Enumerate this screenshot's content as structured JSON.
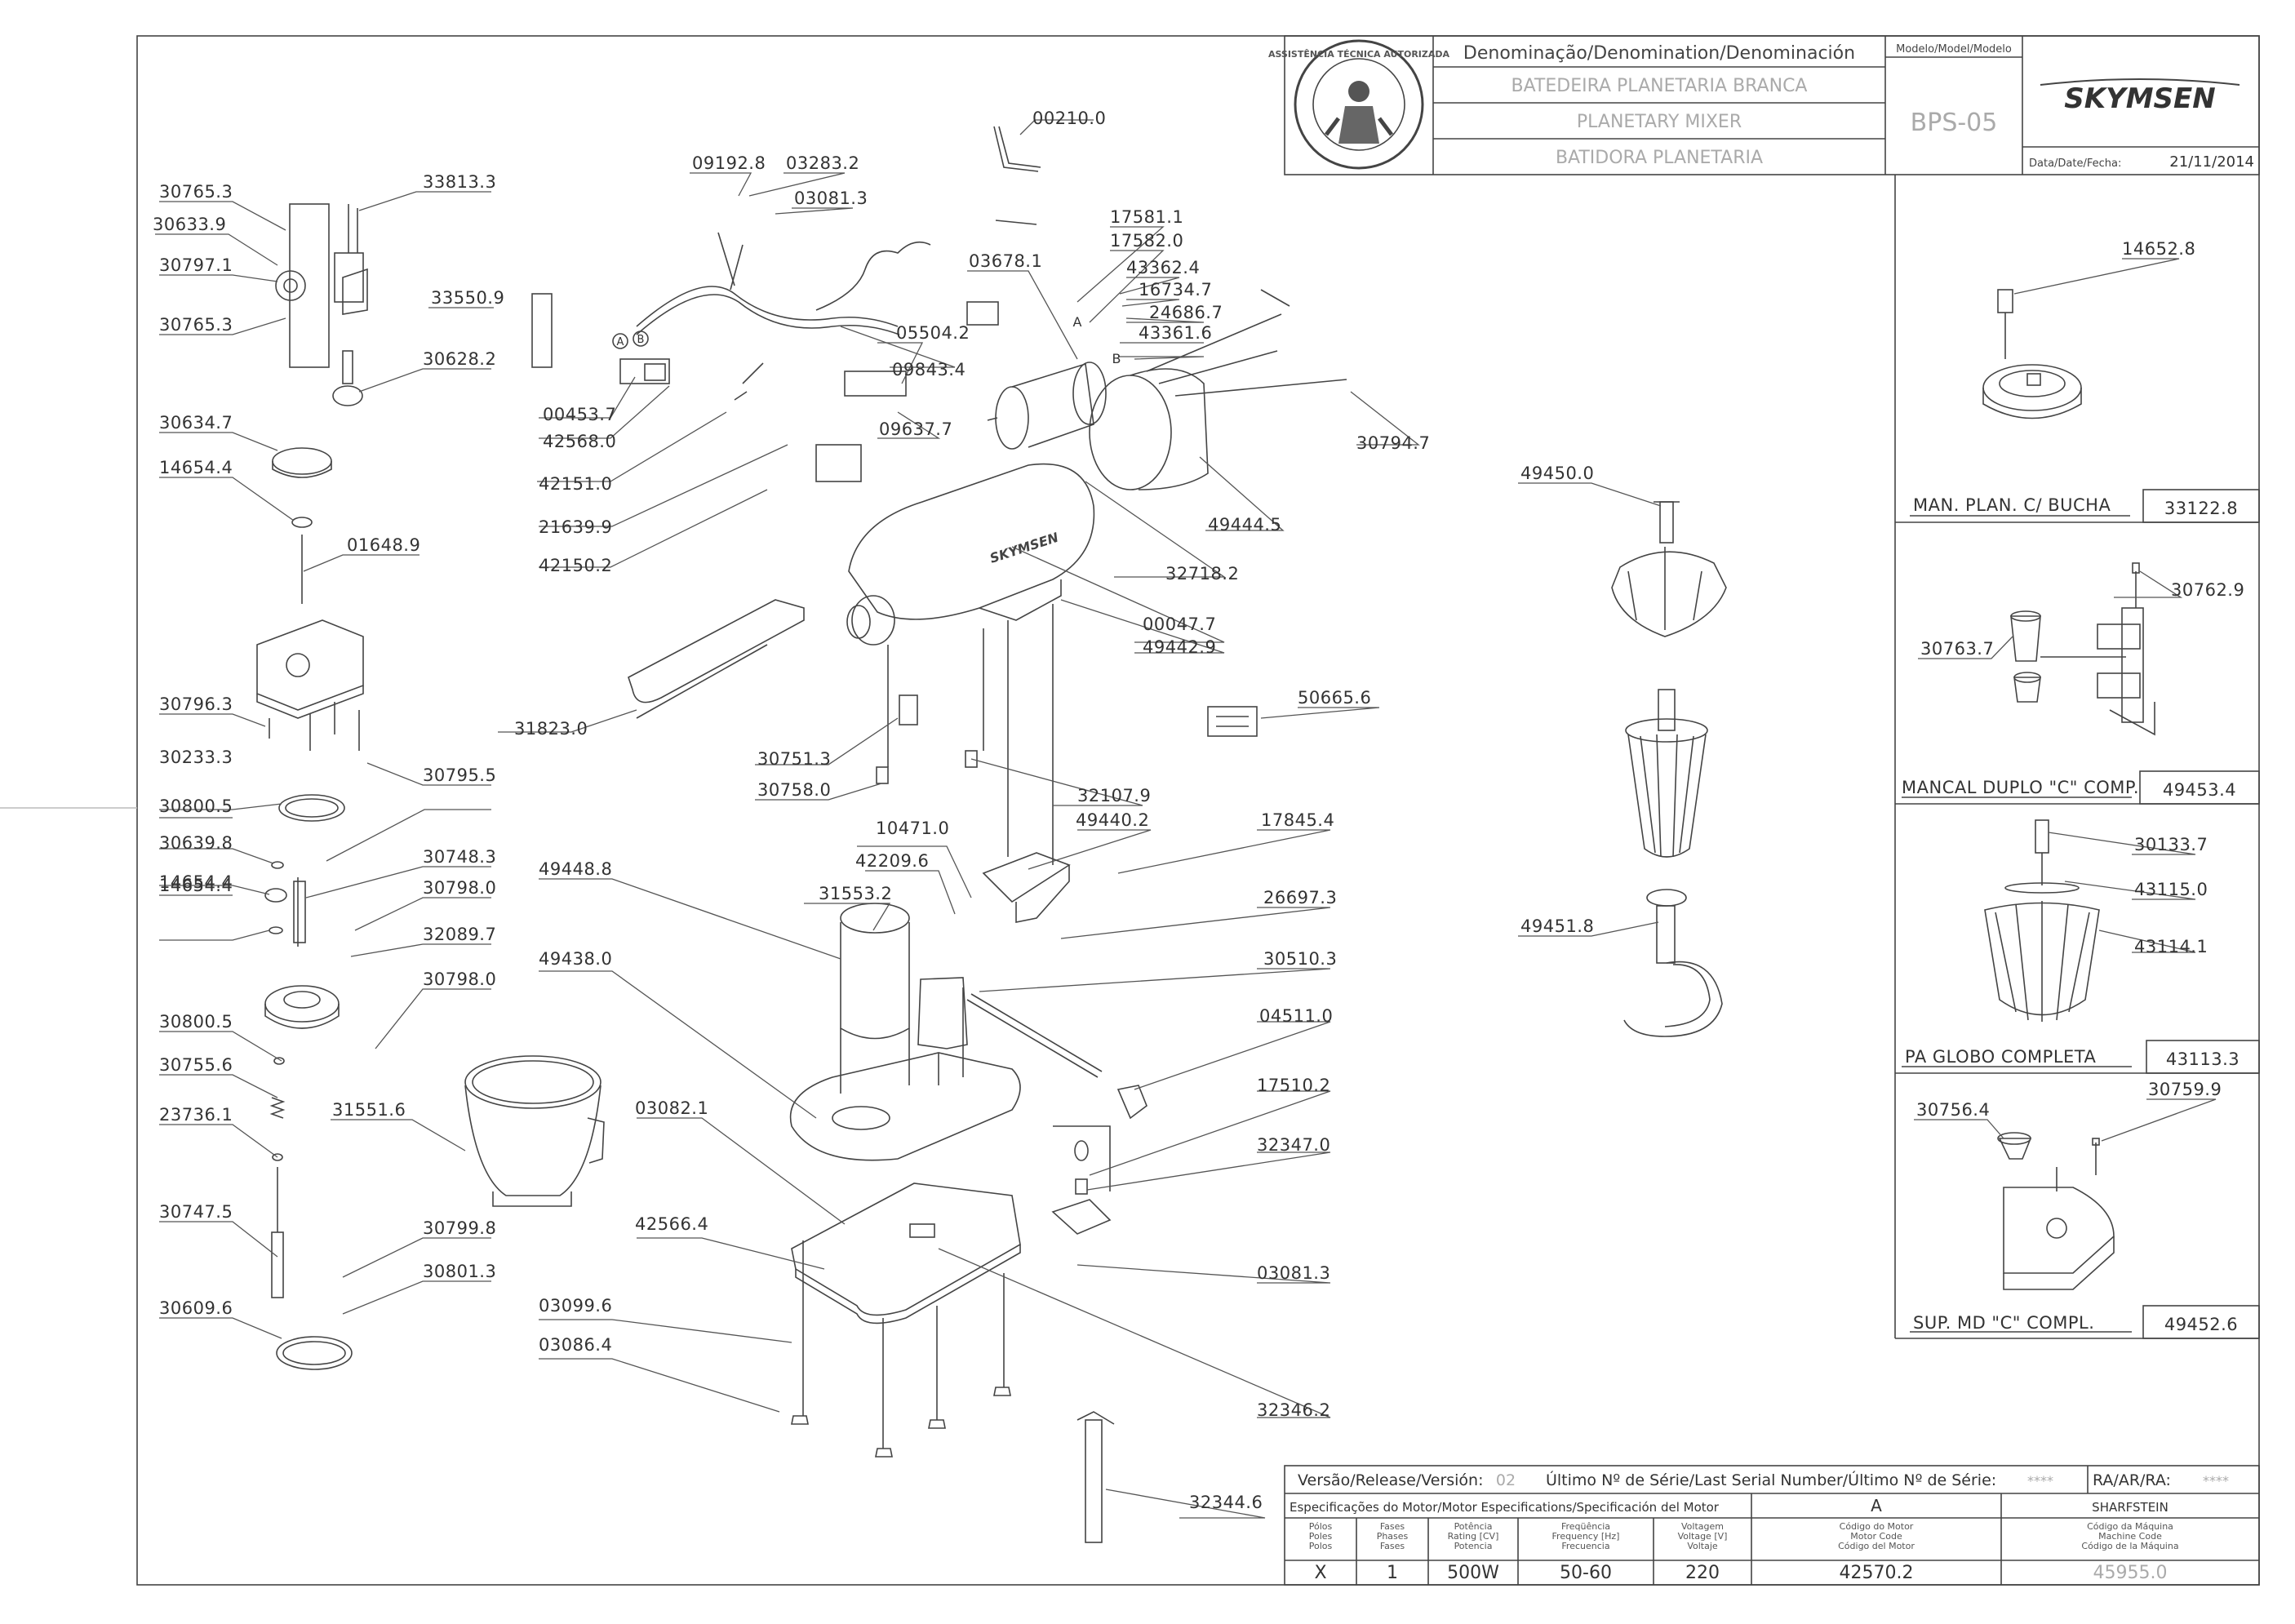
{
  "title_block": {
    "denomination_label": "Denominação/Denomination/Denominación",
    "model_label": "Modelo/Model/Modelo",
    "name_pt": "BATEDEIRA PLANETARIA BRANCA",
    "name_en": "PLANETARY MIXER",
    "name_es": "BATIDORA PLANETARIA",
    "model": "BPS-05",
    "brand": "SKYMSEN",
    "date_label": "Data/Date/Fecha:",
    "date": "21/11/2014",
    "seal_text": "ASSISTÊNCIA TÉCNICA AUTORIZADA"
  },
  "callouts": [
    "30765.3",
    "30633.9",
    "30797.1",
    "30765.3",
    "33813.3",
    "33550.9",
    "30628.2",
    "30634.7",
    "14654.4",
    "01648.9",
    "30796.3",
    "30795.5",
    "30233.3",
    "30800.5",
    "14654.4",
    "30639.8",
    "14654.4",
    "30748.3",
    "30798.0",
    "32089.7",
    "30798.0",
    "30800.5",
    "30755.6",
    "23736.1",
    "30747.5",
    "30799.8",
    "30801.3",
    "30609.6",
    "31551.6",
    "00210.0",
    "09192.8",
    "03283.2",
    "03081.3",
    "17581.1",
    "17582.0",
    "03678.1",
    "43362.4",
    "16734.7",
    "24686.7",
    "43361.6",
    "05504.2",
    "09843.4",
    "00453.7",
    "42568.0",
    "09637.7",
    "30794.7",
    "42151.0",
    "21639.9",
    "42150.2",
    "49444.5",
    "32718.2",
    "00047.7",
    "49442.9",
    "31823.0",
    "30751.3",
    "30758.0",
    "32107.9",
    "49440.2",
    "17845.4",
    "10471.0",
    "42209.6",
    "31553.2",
    "26697.3",
    "49448.8",
    "49438.0",
    "30510.3",
    "04511.0",
    "17510.2",
    "32347.0",
    "03082.1",
    "42566.4",
    "03081.3",
    "03099.6",
    "03086.4",
    "32346.2",
    "32344.6",
    "50665.6",
    "49450.0",
    "49451.8",
    "14652.8",
    "30762.9",
    "30763.7",
    "30133.7",
    "43115.0",
    "43114.1",
    "30756.4",
    "30759.9"
  ],
  "side_panels": [
    {
      "caption": "MAN. PLAN. C/ BUCHA",
      "code": "33122.8"
    },
    {
      "caption": "MANCAL DUPLO \"C\" COMP.",
      "code": "49453.4"
    },
    {
      "caption": "PA GLOBO COMPLETA",
      "code": "43113.3"
    },
    {
      "caption": "SUP. MD \"C\" COMPL.",
      "code": "49452.6"
    }
  ],
  "markers": [
    "A",
    "B",
    "A",
    "B"
  ],
  "footer": {
    "release_label": "Versão/Release/Versión:",
    "release": "02",
    "serial_label": "Último Nº de Série/Last Serial Number/Último Nº de Série:",
    "serial": "****",
    "ra_label": "RA/AR/RA:",
    "ra": "****",
    "motor_spec_label": "Especificações do Motor/Motor Especifications/Specificación del Motor",
    "motor_variant": "A",
    "manufacturer": "SHARFSTEIN",
    "col_poles": "Pólos\nPoles\nPolos",
    "col_phases": "Fases\nPhases\nFases",
    "col_power": "Potência\nRating [CV]\nPotencia",
    "col_freq": "Freqüência\nFrequency [Hz]\nFrecuencia",
    "col_voltage": "Voltagem\nVoltage [V]\nVoltaje",
    "col_motor_code": "Código do Motor\nMotor Code\nCódigo del Motor",
    "col_machine_code": "Código da Máquina\nMachine Code\nCódigo de la Máquina",
    "poles": "X",
    "phases": "1",
    "power": "500W",
    "frequency": "50-60",
    "voltage": "220",
    "motor_code": "42570.2",
    "machine_code": "45955.0"
  }
}
